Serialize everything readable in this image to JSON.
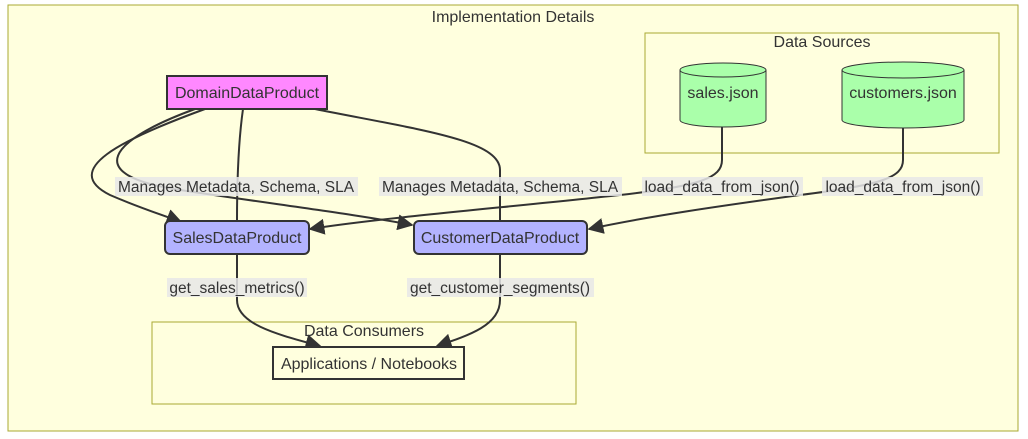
{
  "clusters": {
    "implementation": "Implementation Details",
    "sources": "Data Sources",
    "consumers": "Data Consumers"
  },
  "nodes": {
    "domain": "DomainDataProduct",
    "sales": "SalesDataProduct",
    "customer": "CustomerDataProduct",
    "sales_json": "sales.json",
    "customers_json": "customers.json",
    "apps": "Applications / Notebooks"
  },
  "edge_labels": {
    "manages_left": "Manages Metadata, Schema, SLA",
    "manages_right": "Manages Metadata, Schema, SLA",
    "load_sales": "load_data_from_json()",
    "load_customers": "load_data_from_json()",
    "sales_metrics": "get_sales_metrics()",
    "customer_segments": "get_customer_segments()"
  },
  "colors": {
    "cluster_fill": "#ffffde",
    "cluster_stroke": "#aaaa33",
    "domain_fill": "#ff88ff",
    "product_fill": "#b3b3ff",
    "source_fill": "#aaffaa",
    "apps_fill": "#ffffde"
  }
}
